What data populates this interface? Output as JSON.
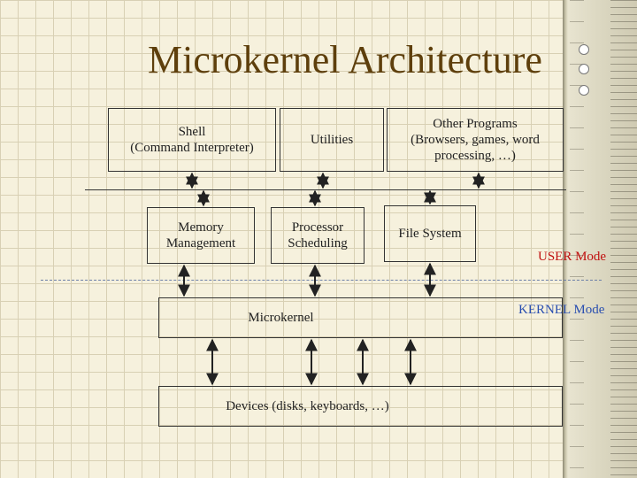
{
  "title": "Microkernel Architecture",
  "user_programs": {
    "shell_line1": "Shell",
    "shell_line2": "(Command Interpreter)",
    "utilities": "Utilities",
    "other_line1": "Other Programs",
    "other_line2": "(Browsers, games, word",
    "other_line3": "processing, …)"
  },
  "services": {
    "memory_line1": "Memory",
    "memory_line2": "Management",
    "processor_line1": "Processor",
    "processor_line2": "Scheduling",
    "file_system": "File System"
  },
  "kernel": {
    "label": "Microkernel"
  },
  "devices": {
    "label": "Devices (disks, keyboards, …)"
  },
  "modes": {
    "user": "USER Mode",
    "kernel": "KERNEL Mode"
  },
  "colors": {
    "title": "#5e3f0c",
    "user_mode": "#c01010",
    "kernel_mode": "#2a4fb0",
    "dashed_line": "#6c7fa8"
  }
}
